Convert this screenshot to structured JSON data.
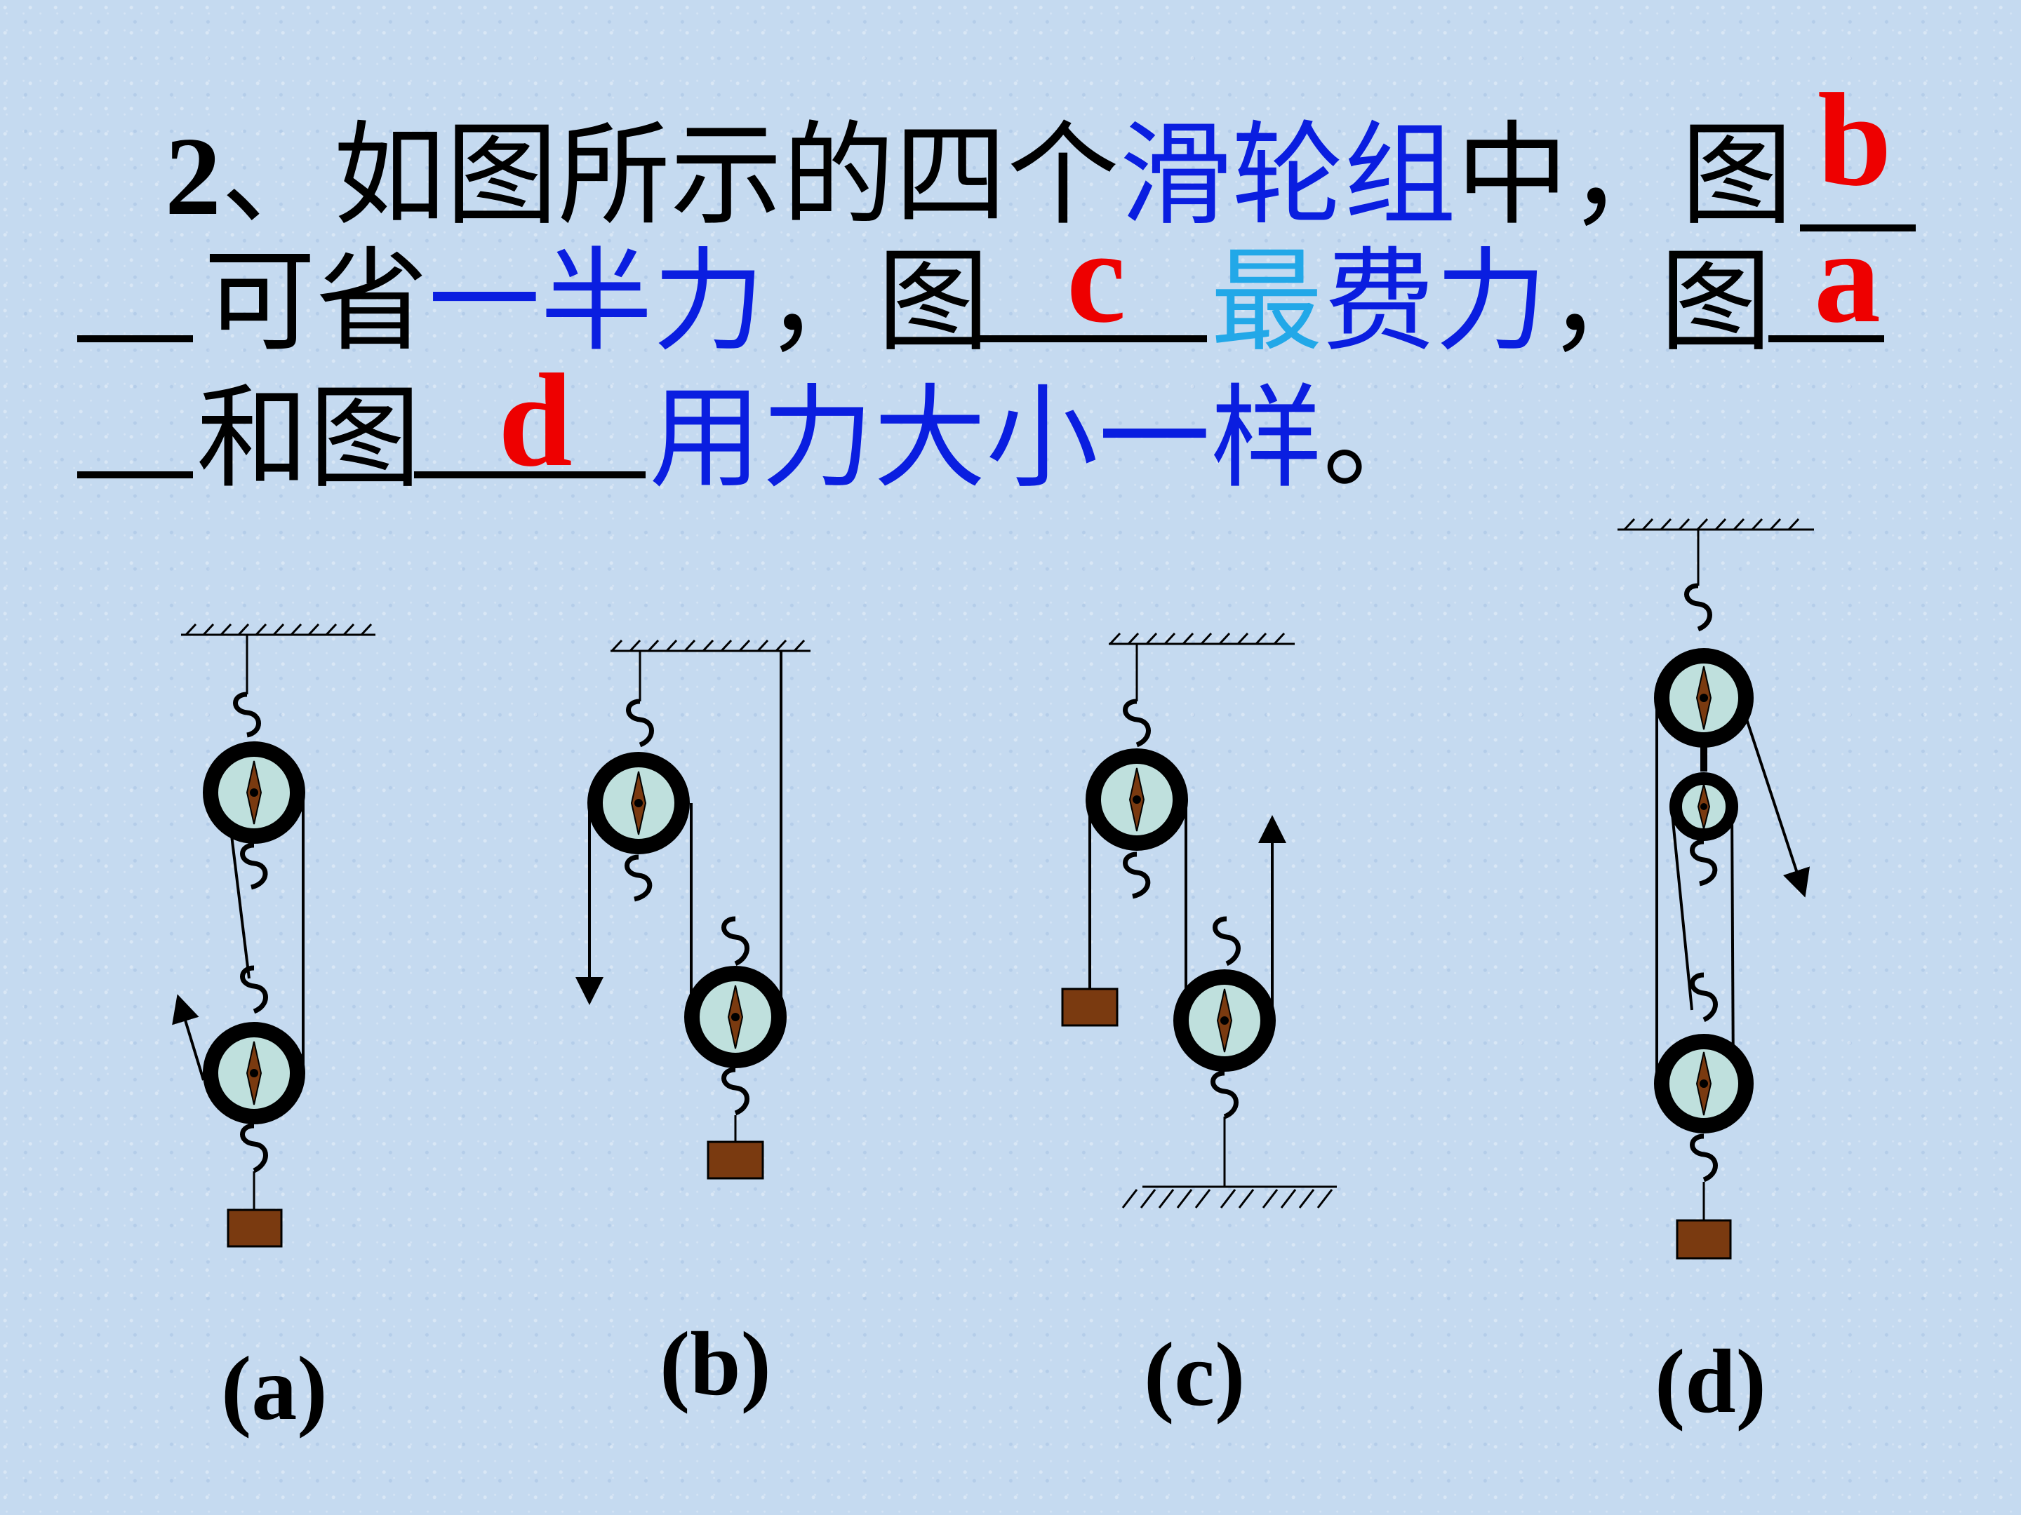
{
  "question": {
    "line1": {
      "number": "2",
      "t1": "、如图所示的四个",
      "t2": "滑轮组",
      "t3": "中，图"
    },
    "line2": {
      "t1": "可省",
      "t2": "一半力",
      "t3": "，图",
      "t4": "最",
      "t5": "费力",
      "t6": "，图"
    },
    "line3": {
      "t1": "和图",
      "t2": "用力大小一样",
      "t3": "。"
    }
  },
  "answers": {
    "half_force": "b",
    "most_force": "c",
    "same_force_1": "a",
    "same_force_2": "d"
  },
  "figure_labels": [
    "(a)",
    "(b)",
    "(c)",
    "(d)"
  ],
  "colors": {
    "background": "#c5daf0",
    "answer": "#ee0000",
    "keyword_blue": "#0a1ee0",
    "keyword_cyan": "#22a8e8",
    "pulley_fill": "#bfe0dd",
    "block": "#7a3a10"
  }
}
